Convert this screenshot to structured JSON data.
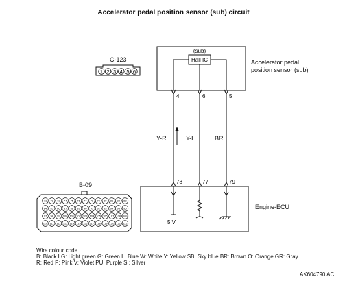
{
  "title": "Accelerator pedal position sensor (sub) circuit",
  "connector_c": {
    "label": "C-123",
    "pins": [
      "1",
      "2",
      "3",
      "4",
      "5",
      "6"
    ]
  },
  "sensor": {
    "box_label": "(sub)",
    "ic_label": "Hall IC",
    "name_line1": "Accelerator pedal",
    "name_line2": "position sensor (sub)",
    "pins": [
      "4",
      "6",
      "5"
    ]
  },
  "wires": [
    "Y-R",
    "Y-L",
    "BR"
  ],
  "ecu": {
    "name": "Engine-ECU",
    "pins": [
      "78",
      "77",
      "79"
    ],
    "supply": "5 V"
  },
  "connector_b": {
    "label": "B-09",
    "row1": [
      "71",
      "72",
      "73",
      "74",
      "75",
      "76",
      "77",
      "78",
      "79",
      "80",
      "81",
      "82",
      "83"
    ],
    "row2": [
      "84",
      "85",
      "86",
      "87",
      "88",
      "89",
      "90",
      "91",
      "92",
      "93",
      "94",
      "95",
      "96"
    ],
    "row3": [
      "97",
      "98",
      "99",
      "100",
      "101",
      "102",
      "103",
      "104",
      "105",
      "106",
      "107",
      "108",
      "109"
    ],
    "row4": [
      "110",
      "111",
      "112",
      "113",
      "114",
      "115",
      "116",
      "117",
      "118",
      "119",
      "120",
      "121",
      "122"
    ]
  },
  "legend": {
    "heading": "Wire colour code",
    "line1": "B: Black  LG: Light green  G: Green  L: Blue  W: White  Y: Yellow  SB: Sky blue  BR: Brown  O: Orange  GR: Gray",
    "line2": "R: Red  P: Pink  V: Violet  PU: Purple  SI: Silver"
  },
  "figure_code": "AK604790 AC"
}
